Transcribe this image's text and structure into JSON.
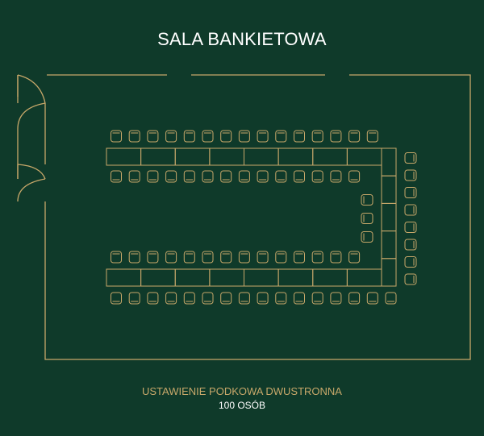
{
  "title": "SALA BANKIETOWA",
  "caption": "USTAWIENIE PODKOWA DWUSTRONNA",
  "capacity": "100 OSÓB",
  "colors": {
    "background": "#0f3a2a",
    "line": "#c8a86a",
    "title_text": "#ffffff",
    "caption_text": "#c8a86a"
  },
  "layout_type": "double-sided horseshoe (U-shape)",
  "seats": {
    "top_row_outer": 15,
    "top_row_inner": 14,
    "bottom_row_inner": 14,
    "bottom_row_outer": 16,
    "right_column_outer": 8,
    "right_column_inner": 3
  }
}
